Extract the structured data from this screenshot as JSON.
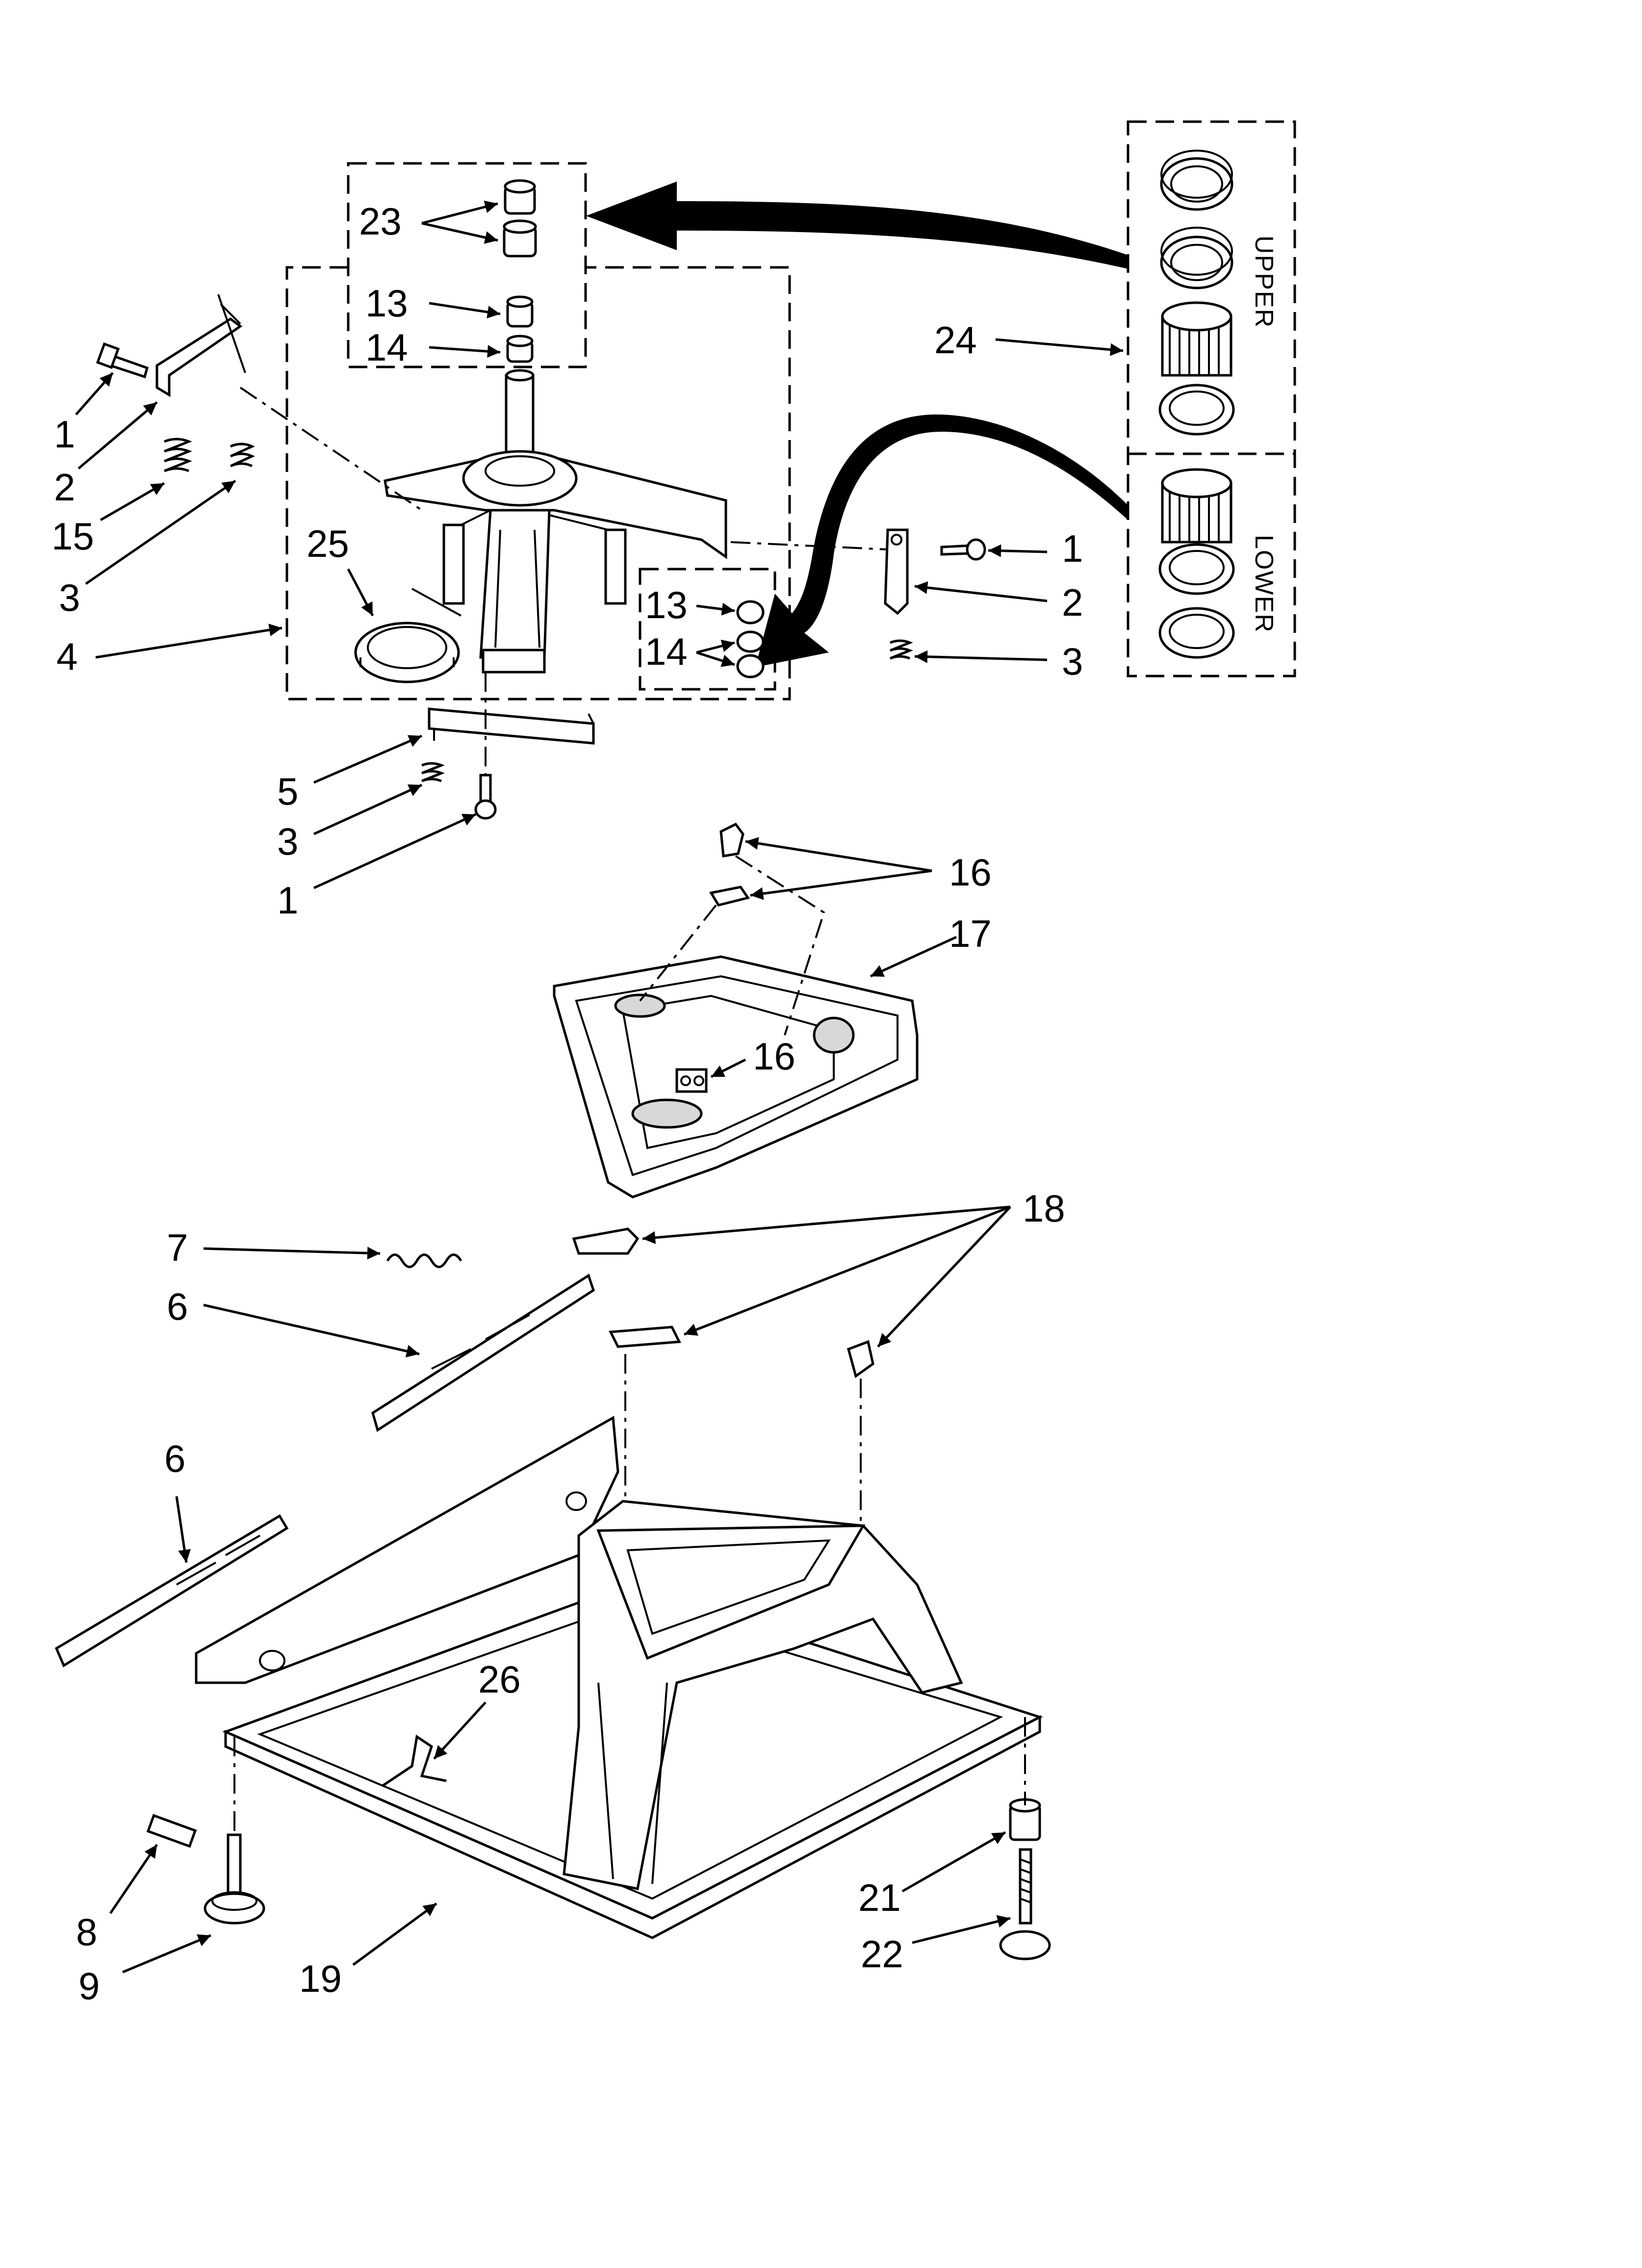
{
  "labels": {
    "upper_group": "UPPER",
    "lower_group": "LOWER"
  },
  "callouts": [
    {
      "id": "c23",
      "text": "23"
    },
    {
      "id": "c13a",
      "text": "13"
    },
    {
      "id": "c14a",
      "text": "14"
    },
    {
      "id": "c24",
      "text": "24"
    },
    {
      "id": "c1a",
      "text": "1"
    },
    {
      "id": "c2a",
      "text": "2"
    },
    {
      "id": "c15",
      "text": "15"
    },
    {
      "id": "c3a",
      "text": "3"
    },
    {
      "id": "c25",
      "text": "25"
    },
    {
      "id": "c4",
      "text": "4"
    },
    {
      "id": "c13b",
      "text": "13"
    },
    {
      "id": "c14b",
      "text": "14"
    },
    {
      "id": "c1b",
      "text": "1"
    },
    {
      "id": "c2b",
      "text": "2"
    },
    {
      "id": "c3b",
      "text": "3"
    },
    {
      "id": "c5",
      "text": "5"
    },
    {
      "id": "c3c",
      "text": "3"
    },
    {
      "id": "c1c",
      "text": "1"
    },
    {
      "id": "c16a",
      "text": "16"
    },
    {
      "id": "c17",
      "text": "17"
    },
    {
      "id": "c16b",
      "text": "16"
    },
    {
      "id": "c18",
      "text": "18"
    },
    {
      "id": "c7",
      "text": "7"
    },
    {
      "id": "c6a",
      "text": "6"
    },
    {
      "id": "c6b",
      "text": "6"
    },
    {
      "id": "c26",
      "text": "26"
    },
    {
      "id": "c21",
      "text": "21"
    },
    {
      "id": "c22",
      "text": "22"
    },
    {
      "id": "c8",
      "text": "8"
    },
    {
      "id": "c9",
      "text": "9"
    },
    {
      "id": "c19",
      "text": "19"
    }
  ]
}
